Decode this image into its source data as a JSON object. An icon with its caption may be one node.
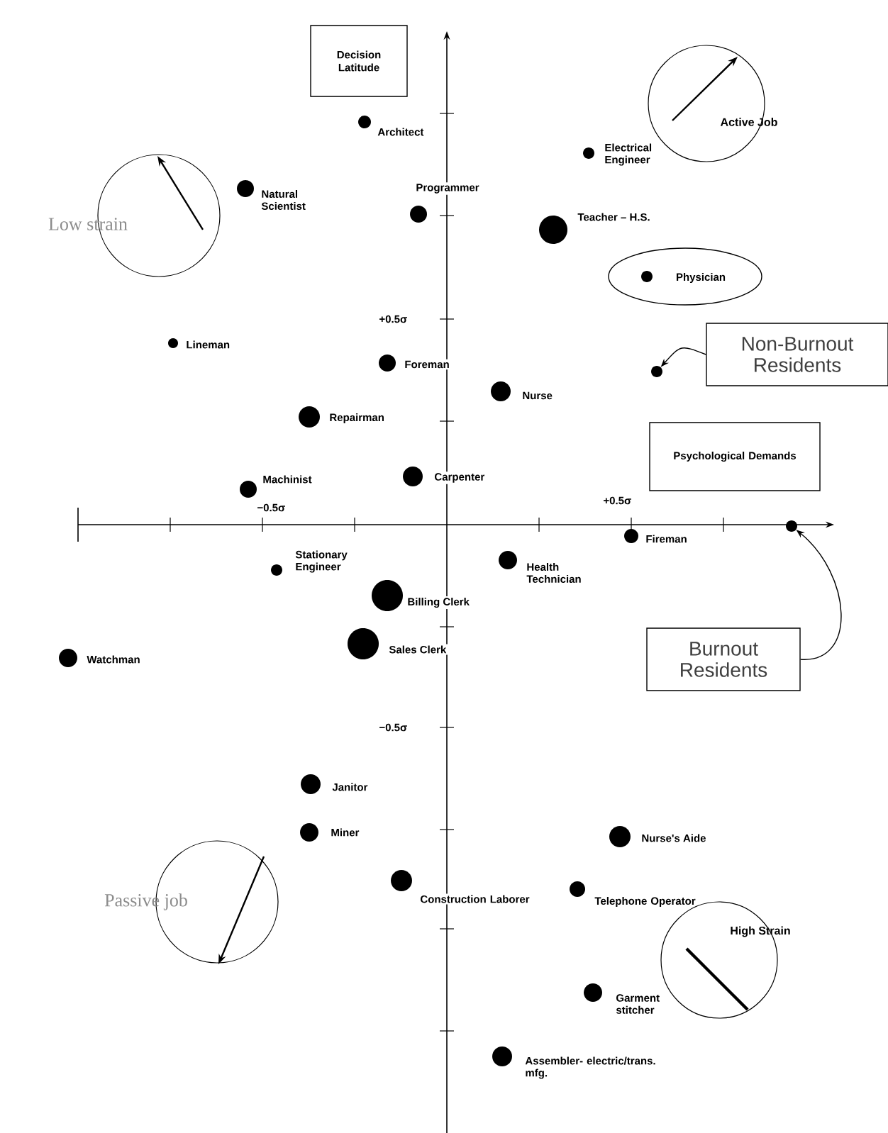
{
  "diagram": {
    "nodes": [
      {
        "text": [
          "Decision Latitude"
        ]
      },
      {
        "text": [
          "Active Job"
        ]
      },
      {
        "text": [
          "Low strain"
        ]
      },
      {
        "text": [
          "Physician"
        ]
      },
      {
        "text": [
          "Non-Burnout Residents"
        ]
      },
      {
        "text": [],
        "shape": "circle"
      },
      {
        "text": [
          "Psychological Demands"
        ]
      },
      {
        "text": [],
        "shape": "circle"
      },
      {
        "text": [
          "Burnout Residents"
        ]
      },
      {
        "text": [
          "Passive job"
        ]
      },
      {
        "text": [
          "High Strain"
        ]
      }
    ],
    "edges": [
      {
        "from": 4,
        "to": 5,
        "arrow": "to"
      },
      {
        "from": 8,
        "to": 7,
        "arrow": "to"
      }
    ],
    "labels": [
      "Architect",
      "Electrical Engineer",
      "Natural Scientist",
      "Programmer",
      "Teacher – H.S.",
      "+0.5σ",
      "Lineman",
      "Foreman",
      "Nurse",
      "Repairman",
      "Machinist",
      "Carpenter",
      "−0.5σ",
      "+0.5σ",
      "Fireman",
      "Stationary Engineer",
      "Health Technician",
      "Billing Clerk",
      "Sales Clerk",
      "Watchman",
      "−0.5σ",
      "Janitor",
      "Miner",
      "Nurse's Aide",
      "Construction Laborer",
      "Telephone Operator",
      "Garment stitcher",
      "Assembler- electric/trans. mfg."
    ]
  }
}
